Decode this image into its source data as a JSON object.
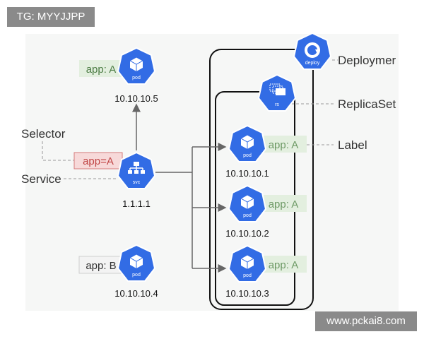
{
  "watermark_top": "TG: MYYJJPP",
  "watermark_bottom": "www.pckai8.com",
  "pods": {
    "pod_a_top": {
      "icon_label": "pod",
      "ip": "10.10.10.5",
      "tag": "app: A"
    },
    "pod_b": {
      "icon_label": "pod",
      "ip": "10.10.10.4",
      "tag": "app: B"
    },
    "pod_1": {
      "icon_label": "pod",
      "ip": "10.10.10.1",
      "tag": "app: A"
    },
    "pod_2": {
      "icon_label": "pod",
      "ip": "10.10.10.2",
      "tag": "app: A"
    },
    "pod_3": {
      "icon_label": "pod",
      "ip": "10.10.10.3",
      "tag": "app: A"
    }
  },
  "service": {
    "icon_label": "svc",
    "ip": "1.1.1.1",
    "selector_tag": "app=A"
  },
  "deployment": {
    "icon_label": "deploy",
    "name": "Deploymer"
  },
  "replicaset": {
    "icon_label": "rs",
    "name": "ReplicaSet"
  },
  "labels": {
    "selector": "Selector",
    "service": "Service",
    "label": "Label"
  },
  "colors": {
    "k8s_blue": "#326ce5",
    "tag_green_bg": "#e3efdf",
    "tag_green_text": "#6e9a66",
    "tag_red_bg": "#f7d9d9",
    "tag_red_border": "#d47a7a",
    "tag_grey_bg": "#f3f3f3"
  }
}
